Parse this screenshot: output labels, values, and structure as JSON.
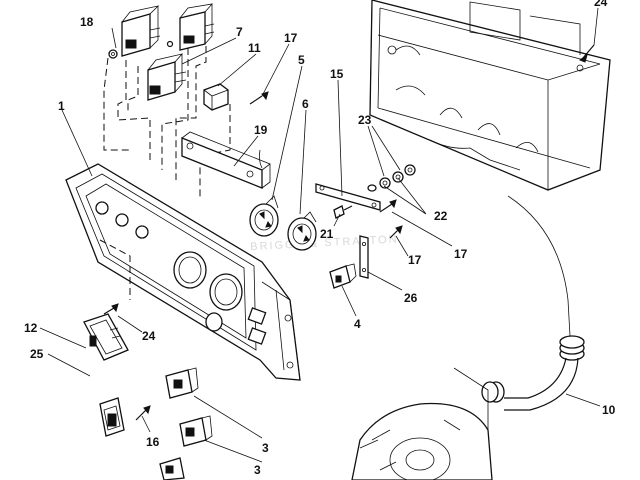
{
  "diagram": {
    "labels": {
      "p1": "1",
      "p3a": "3",
      "p3b": "3",
      "p4": "4",
      "p5": "5",
      "p6": "6",
      "p7": "7",
      "p10": "10",
      "p11": "11",
      "p12": "12",
      "p15": "15",
      "p16": "16",
      "p17a": "17",
      "p17b": "17",
      "p17c": "17",
      "p18": "18",
      "p19": "19",
      "p21": "21",
      "p22": "22",
      "p23": "23",
      "p24a": "24",
      "p24b": "24",
      "p25": "25",
      "p26": "26"
    }
  }
}
